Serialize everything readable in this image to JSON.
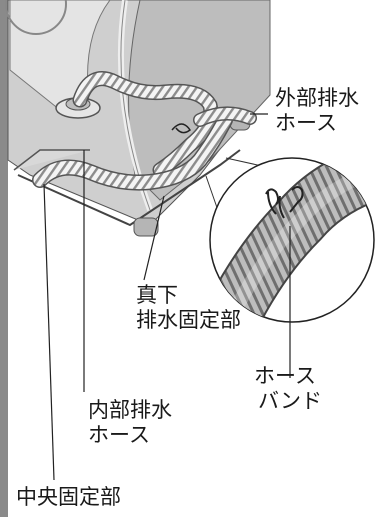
{
  "labels": {
    "external_hose_line1": "外部排水",
    "external_hose_line2": "ホース",
    "direct_drain_line1": "真下",
    "direct_drain_line2": "排水固定部",
    "hose_band_line1": "ホース",
    "hose_band_line2": "バンド",
    "internal_hose_line1": "内部排水",
    "internal_hose_line2": "ホース",
    "center_fixing": "中央固定部"
  },
  "colors": {
    "machine_gray": "#c9c9c9",
    "machine_dark": "#9e9e9e",
    "hose_light": "#f4f4f4",
    "hose_rib": "#8c8c8c",
    "line": "#222222",
    "sidebar": "#8a8a8a"
  }
}
